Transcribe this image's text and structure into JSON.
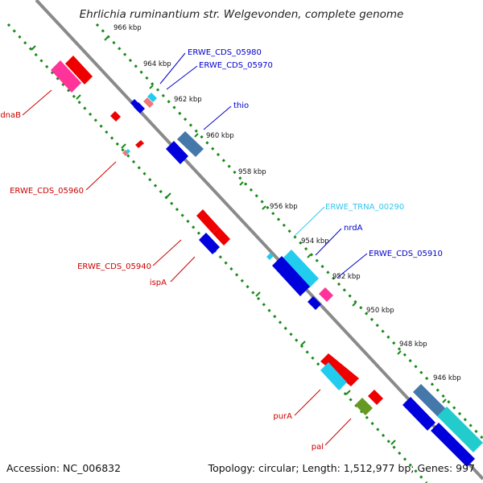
{
  "title": "Ehrlichia ruminantium str. Welgevonden, complete genome",
  "footer": {
    "accession": "Accession: NC_006832",
    "summary": "Topology: circular; Length: 1,512,977 bp; Genes: 997"
  },
  "colors": {
    "backbone": "#8a8a8a",
    "tick_track": "#1a8a1a",
    "label_forward": "#0000cc",
    "label_reverse": "#cc0000",
    "label_rna": "#33c6ee",
    "gene_red": "#ee0000",
    "gene_pink": "#ff3399",
    "gene_blue": "#0000dd",
    "gene_steel": "#4477aa",
    "gene_cyan": "#22ccee",
    "gene_teal": "#22cccc",
    "gene_olive": "#669922",
    "gene_salmon": "#ee7777"
  },
  "ticks": [
    "966 kbp",
    "964 kbp",
    "962 kbp",
    "960 kbp",
    "958 kbp",
    "956 kbp",
    "954 kbp",
    "952 kbp",
    "950 kbp",
    "948 kbp",
    "946 kbp"
  ],
  "labels": {
    "forward": [
      "ERWE_CDS_05980",
      "ERWE_CDS_05970",
      "thio",
      "nrdA",
      "ERWE_CDS_05910"
    ],
    "rna": [
      "ERWE_TRNA_00290"
    ],
    "reverse": [
      "dnaB",
      "ERWE_CDS_05960",
      "ERWE_CDS_05940",
      "ispA",
      "purA",
      "pal"
    ]
  }
}
